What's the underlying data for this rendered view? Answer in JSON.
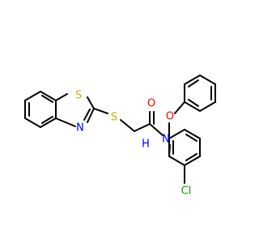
{
  "colors": {
    "background": "#ffffff",
    "bond": "#000000",
    "sulfur": "#c8b400",
    "nitrogen": "#0000ff",
    "oxygen": "#ff0000",
    "chlorine": "#00a000"
  },
  "atoms": {
    "s_ring": "S",
    "n_ring": "N",
    "s_thioether": "S",
    "o_carbonyl": "O",
    "nh": "H",
    "n_amide": "N",
    "o_ether": "O",
    "cl": "Cl"
  }
}
